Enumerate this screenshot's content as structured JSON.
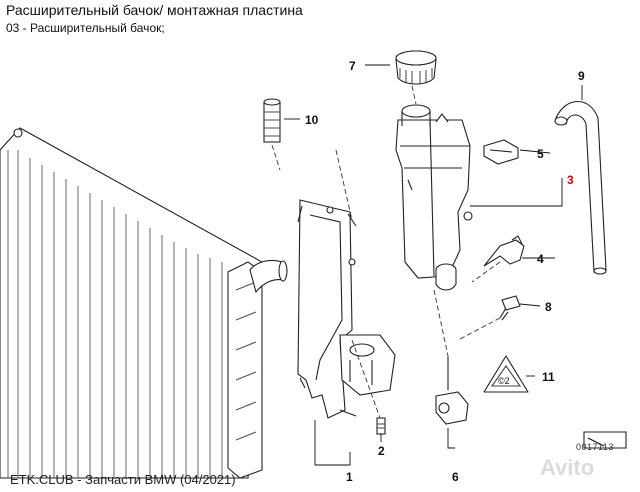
{
  "header": {
    "title": "Расширительный бачок/ монтажная пластина",
    "subtitle": "03 - Расширительный бачок;"
  },
  "footer": {
    "text": "ETK.CLUB - Запчасти BMW (04/2021)"
  },
  "watermark": "Avito",
  "image_id": "0017113",
  "callouts": [
    "1",
    "2",
    "3",
    "4",
    "5",
    "6",
    "7",
    "8",
    "9",
    "10",
    "11"
  ],
  "highlight_color": "#d0021b"
}
